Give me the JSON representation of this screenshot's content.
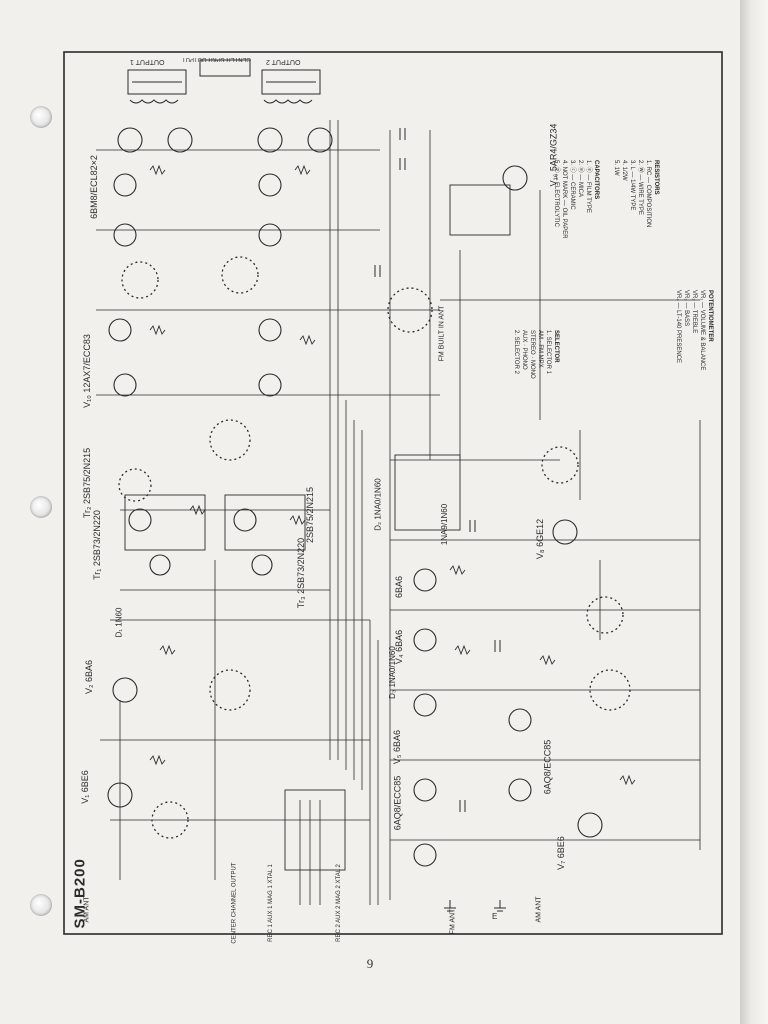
{
  "model": "SM-B200",
  "page_number": "9",
  "header_labels": {
    "output_1": "OUTPUT 1",
    "center_spkr_output": "CENTER SPKR OUTPUT",
    "output_2": "OUTPUT 2"
  },
  "tube_labels": [
    {
      "id": "v1",
      "text": "V₁ 6BE6"
    },
    {
      "id": "v2",
      "text": "V₂ 6BA6"
    },
    {
      "id": "v3",
      "text": "6BA6"
    },
    {
      "id": "v4",
      "text": "V₄ 6BA6"
    },
    {
      "id": "v5",
      "text": "V₅ 6BA6"
    },
    {
      "id": "v6",
      "text": "6AQ8/ECC85"
    },
    {
      "id": "v7",
      "text": "6AQ8/ECC85"
    },
    {
      "id": "v8",
      "text": "V₇ 6BE6"
    },
    {
      "id": "v9",
      "text": "V₈ 6GE12"
    },
    {
      "id": "v10",
      "text": "V₁₀ 12AX7/ECC83"
    },
    {
      "id": "v11",
      "text": "6BM8/ECL82×2"
    },
    {
      "id": "v12",
      "text": "V₁₆ 5AR4/GZ34"
    }
  ],
  "transistor_labels": [
    {
      "id": "tr1",
      "text": "Tr₁ 2SB73/2N220"
    },
    {
      "id": "tr2",
      "text": "Tr₂ 2SB75/2N215"
    },
    {
      "id": "tr3",
      "text": "2SB75/2N215"
    },
    {
      "id": "tr4",
      "text": "Tr₃ 2SB73/2N220"
    }
  ],
  "diode_labels": [
    {
      "id": "d1",
      "text": "D₁ 1N60"
    },
    {
      "id": "d2",
      "text": "D₂ 1NA0/1N60"
    },
    {
      "id": "d3",
      "text": "D₃ 1NA0/1N60"
    },
    {
      "id": "d4",
      "text": "1NA9/1N60"
    }
  ],
  "connector_labels": [
    {
      "id": "am-ant",
      "text": "AM ANT"
    },
    {
      "id": "fm-ant",
      "text": "FM ANT"
    },
    {
      "id": "ant-e",
      "text": "E"
    },
    {
      "id": "am-ant-2",
      "text": "AM ANT"
    },
    {
      "id": "fm-built-in-ant",
      "text": "FM BUILT IN ANT"
    },
    {
      "id": "center-channel",
      "text": "CENTER CHANNEL OUTPUT"
    },
    {
      "id": "inputs-1",
      "text": "REC 1 AUX 1 MAG 1 XTAL 1"
    },
    {
      "id": "inputs-2",
      "text": "REC 2 AUX 2 MAG 2 XTAL 2"
    }
  ],
  "notes": {
    "capacitors": {
      "title": "CAPACITORS",
      "items": [
        "1. ⓔ — FILM TYPE",
        "2. ⓜ — MICA",
        "3. ⓒ — CERAMIC",
        "4. NOT MARK — OIL PAPER",
        "5. ⓟ — ELECTROLYTIC"
      ]
    },
    "resistors": {
      "title": "RESISTORS",
      "items": [
        "1. RC — COMPOSITION",
        "2. Ⓦ — WIRE TYPE",
        "3. L — 1/4W TYPE",
        "4. 1/2W",
        "5. 1W"
      ]
    },
    "potentiometer": {
      "title": "POTENTIOMETER",
      "items": [
        "VR₁ — VOLUME & BALANCE",
        "VR₂ — TREBLE",
        "VR₃ — BASS",
        "VR₄ — LT-140 PRESENCE"
      ]
    },
    "selector": {
      "title": "SELECTOR",
      "items": [
        "1. SELECTOR 1",
        "AM · FM MPX",
        "STEREO · MONO",
        "AUX · PHONO",
        "2. SELECTOR 2"
      ]
    }
  },
  "colors": {
    "paper": "#f1f0ec",
    "ink": "#2b2b2b",
    "margin": "#e9e8e3"
  }
}
